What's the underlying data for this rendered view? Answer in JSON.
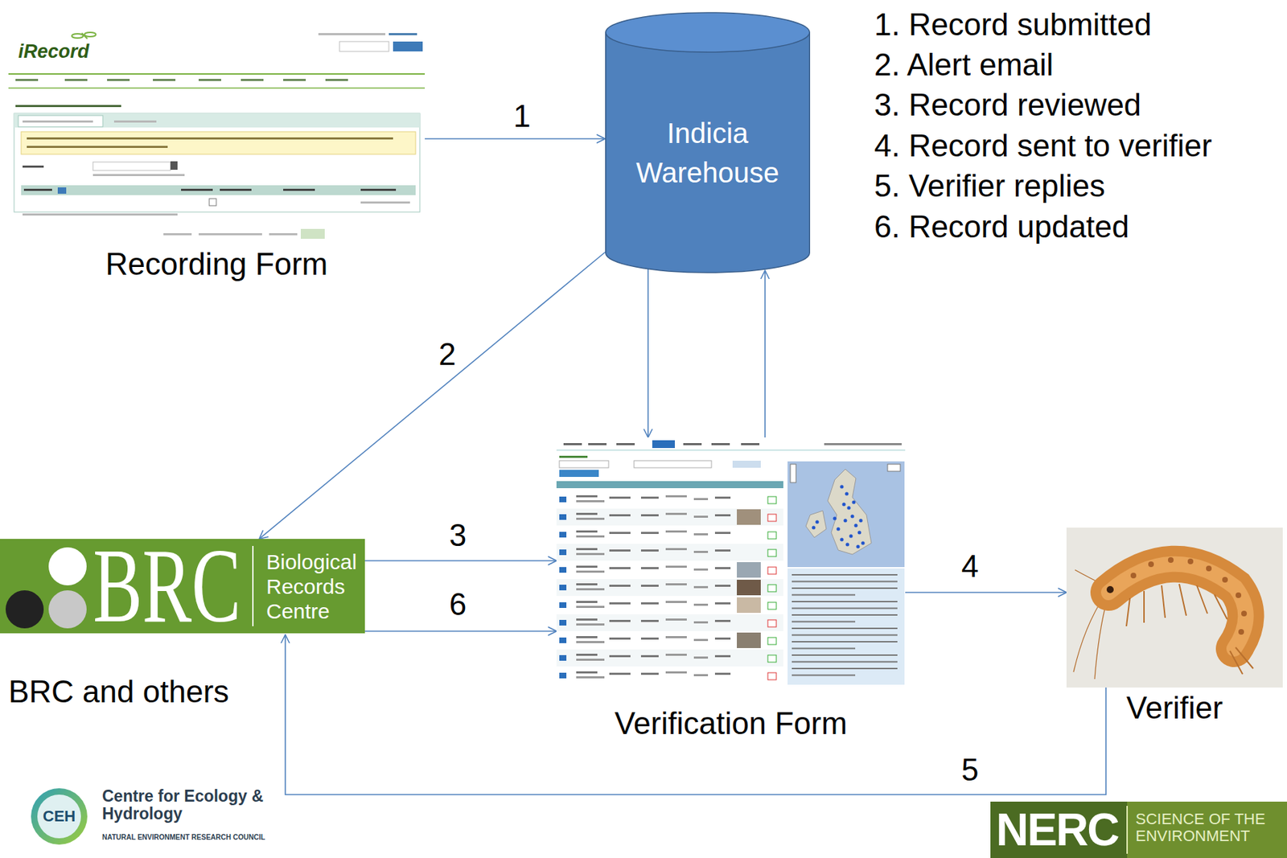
{
  "diagram": {
    "nodes": [
      {
        "text": [
          "iRecord",
          "Recording Form"
        ]
      },
      {
        "text": [
          "Indicia Warehouse"
        ]
      },
      {
        "text": [
          "BRC",
          "Biological Records Centre",
          "BRC and others"
        ]
      },
      {
        "text": [
          "Verification Form"
        ]
      },
      {
        "text": [
          "Verifier"
        ]
      }
    ],
    "edges": [
      {
        "from": 0,
        "to": 1,
        "arrow": "to",
        "label": "1"
      },
      {
        "from": 1,
        "to": 2,
        "arrow": "to",
        "label": "2"
      },
      {
        "from": 1,
        "to": 3,
        "arrow": "to"
      },
      {
        "from": 3,
        "to": 1,
        "arrow": "to"
      },
      {
        "from": 2,
        "to": 3,
        "arrow": "to",
        "label": "3"
      },
      {
        "from": 2,
        "to": 3,
        "arrow": "to",
        "label": "6"
      },
      {
        "from": 3,
        "to": 4,
        "arrow": "to",
        "label": "4"
      },
      {
        "from": 4,
        "to": 2,
        "arrow": "to",
        "label": "5"
      }
    ],
    "labels": [
      "1. Record submitted",
      "2. Alert email",
      "3. Record reviewed",
      "4. Record sent to verifier",
      "5. Verifier replies",
      "6. Record updated",
      "CEH",
      "Centre for Ecology & Hydrology",
      "NATURAL ENVIRONMENT RESEARCH COUNCIL",
      "NERC",
      "SCIENCE OF THE ENVIRONMENT"
    ]
  }
}
